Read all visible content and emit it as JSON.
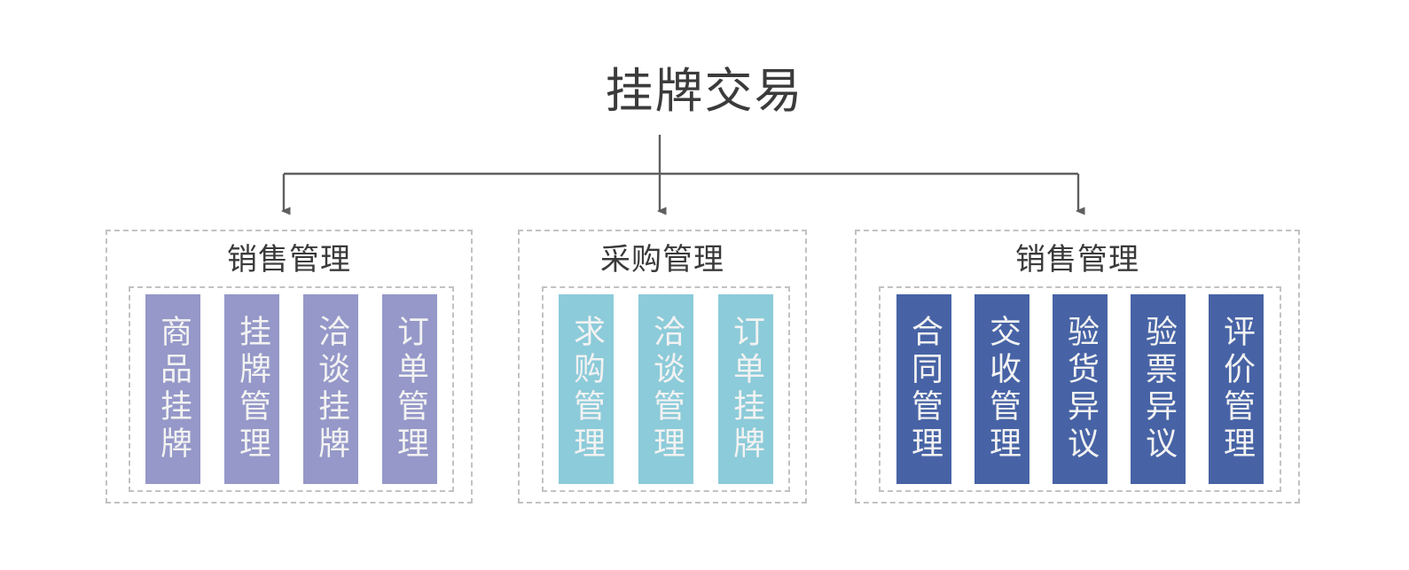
{
  "title": "挂牌交易",
  "colors": {
    "connector": "#5f5f5f",
    "dashed_border": "#c2c2c2",
    "title_text": "#3b3b3b",
    "group_title_text": "#3a3a3a",
    "bar_text": "#f2f2f2",
    "group_1_bar": "#9598c8",
    "group_2_bar": "#8ccbd9",
    "group_3_bar": "#4763a5",
    "background": "#ffffff"
  },
  "groups": [
    {
      "title": "销售管理",
      "bar_color": "#9598c8",
      "items": [
        {
          "label": "商品挂牌"
        },
        {
          "label": "挂牌管理"
        },
        {
          "label": "洽谈挂牌"
        },
        {
          "label": "订单管理"
        }
      ]
    },
    {
      "title": "采购管理",
      "bar_color": "#8ccbd9",
      "items": [
        {
          "label": "求购管理"
        },
        {
          "label": "洽谈管理"
        },
        {
          "label": "订单挂牌"
        }
      ]
    },
    {
      "title": "销售管理",
      "bar_color": "#4763a5",
      "items": [
        {
          "label": "合同管理"
        },
        {
          "label": "交收管理"
        },
        {
          "label": "验货异议"
        },
        {
          "label": "验票异议"
        },
        {
          "label": "评价管理"
        }
      ]
    }
  ]
}
